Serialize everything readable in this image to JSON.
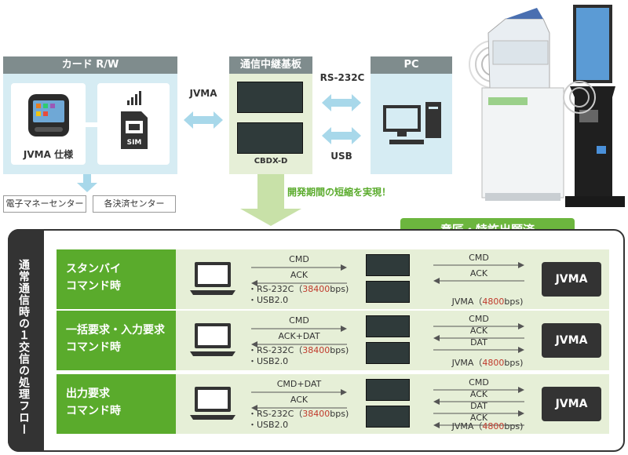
{
  "card_rw": {
    "header": "カード R/W",
    "device_label": "JVMA 仕様"
  },
  "centers": {
    "emoney": "電子マネーセンター",
    "payment": "各決済センター"
  },
  "relay_board": {
    "header": "通信中継基板",
    "board_label": "CBDX-D"
  },
  "pc": {
    "header": "PC"
  },
  "links": {
    "jvma": "JVMA",
    "rs232c": "RS-232C",
    "usb": "USB"
  },
  "dev_period": "開発期間の短縮を実現！",
  "patent": "意匠・特許出願済",
  "flow_title": "通常通信時の１交信の処理フロー",
  "rows": [
    {
      "title_line1": "スタンバイ",
      "title_line2": "コマンド時",
      "left_msgs": [
        "CMD",
        "ACK"
      ],
      "left_spec_prefix": "・RS-232C（",
      "left_spec_value": "38400",
      "left_spec_suffix": "bps)",
      "left_usb": "・USB2.0",
      "right_msgs": [
        "CMD",
        "ACK"
      ],
      "right_spec_prefix": "JVMA（",
      "right_spec_value": "4800",
      "right_spec_suffix": "bps)",
      "jvma": "JVMA"
    },
    {
      "title_line1": "一括要求・入力要求",
      "title_line2": "コマンド時",
      "left_msgs": [
        "CMD",
        "ACK+DAT"
      ],
      "left_spec_prefix": "・RS-232C（",
      "left_spec_value": "38400",
      "left_spec_suffix": "bps)",
      "left_usb": "・USB2.0",
      "right_msgs": [
        "CMD",
        "ACK",
        "DAT"
      ],
      "right_spec_prefix": "JVMA（",
      "right_spec_value": "4800",
      "right_spec_suffix": "bps)",
      "jvma": "JVMA"
    },
    {
      "title_line1": "出力要求",
      "title_line2": "コマンド時",
      "left_msgs": [
        "CMD+DAT",
        "ACK"
      ],
      "left_spec_prefix": "・RS-232C（",
      "left_spec_value": "38400",
      "left_spec_suffix": "bps)",
      "left_usb": "・USB2.0",
      "right_msgs": [
        "CMD",
        "ACK",
        "DAT",
        "ACK"
      ],
      "right_spec_prefix": "JVMA（",
      "right_spec_value": "4800",
      "right_spec_suffix": "bps)",
      "jvma": "JVMA"
    }
  ],
  "colors": {
    "green": "#5aab2c",
    "panel": "#d6ecf3",
    "header": "#7f8c8d",
    "accent_red": "#c0392b"
  }
}
